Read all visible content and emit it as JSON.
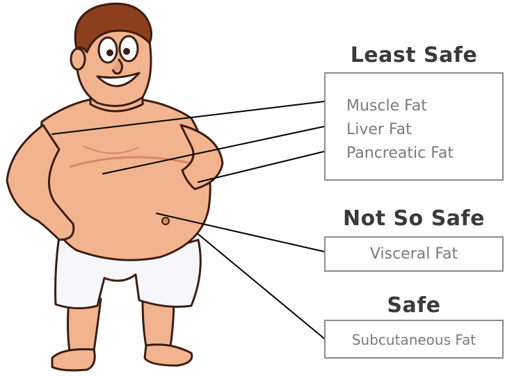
{
  "categories": [
    {
      "heading": "Least Safe",
      "items": [
        "Muscle Fat",
        "Liver Fat",
        "Pancreatic Fat"
      ]
    },
    {
      "heading": "Not So Safe",
      "items": [
        "Visceral Fat"
      ]
    },
    {
      "heading": "Safe",
      "items": [
        "Subcutaneous Fat"
      ]
    }
  ],
  "colors": {
    "skin": "#f2b48f",
    "skin_shadow": "#d9876a",
    "outline": "#3b1d12",
    "hair": "#8b3f1d",
    "briefs": "#f7f7fb",
    "box_border": "#8a8a8a",
    "heading_text": "#3a3a3a",
    "item_text": "#7a7a7a",
    "pointer_line": "#000000"
  },
  "illustration": {
    "subject": "cartoon-overweight-man",
    "icons": [
      "man-illustration"
    ]
  }
}
